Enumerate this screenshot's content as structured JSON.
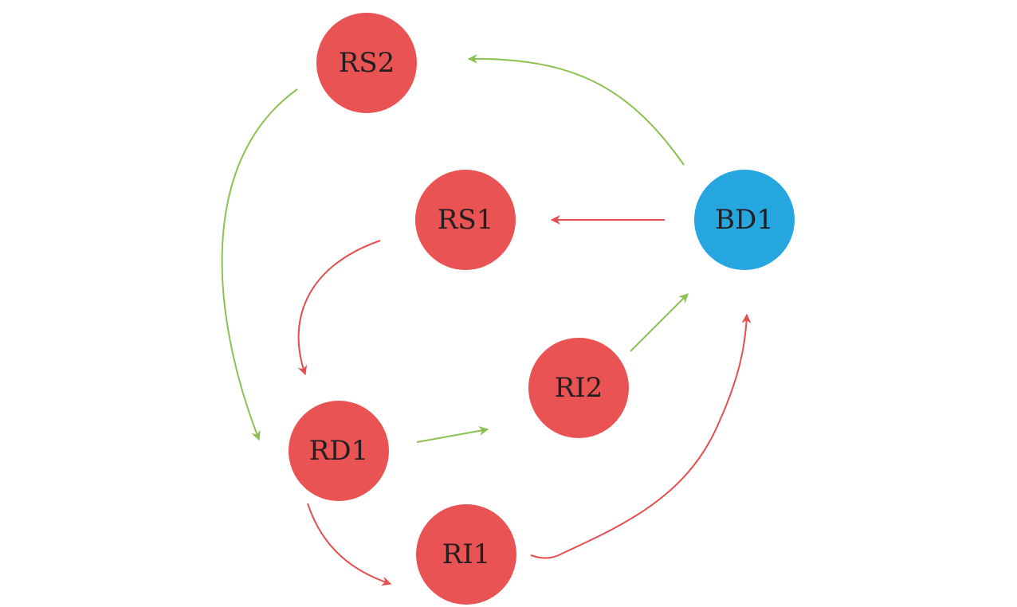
{
  "colors": {
    "node_red": "#e95353",
    "node_blue": "#26a6df",
    "edge_red": "#e54e4e",
    "edge_green": "#8cc152",
    "label": "#231f20"
  },
  "nodes": [
    {
      "id": "RS2",
      "label": "RS2",
      "color": "red"
    },
    {
      "id": "RS1",
      "label": "RS1",
      "color": "red"
    },
    {
      "id": "BD1",
      "label": "BD1",
      "color": "blue"
    },
    {
      "id": "RI2",
      "label": "RI2",
      "color": "red"
    },
    {
      "id": "RD1",
      "label": "RD1",
      "color": "red"
    },
    {
      "id": "RI1",
      "label": "RI1",
      "color": "red"
    }
  ],
  "edges": [
    {
      "from": "BD1",
      "to": "RS2",
      "color": "green"
    },
    {
      "from": "BD1",
      "to": "RS1",
      "color": "red"
    },
    {
      "from": "RS2",
      "to": "RD1",
      "color": "green"
    },
    {
      "from": "RS1",
      "to": "RD1",
      "color": "red"
    },
    {
      "from": "RD1",
      "to": "RI2",
      "color": "green"
    },
    {
      "from": "RI2",
      "to": "BD1",
      "color": "green"
    },
    {
      "from": "RD1",
      "to": "RI1",
      "color": "red"
    },
    {
      "from": "RI1",
      "to": "BD1",
      "color": "red"
    }
  ]
}
